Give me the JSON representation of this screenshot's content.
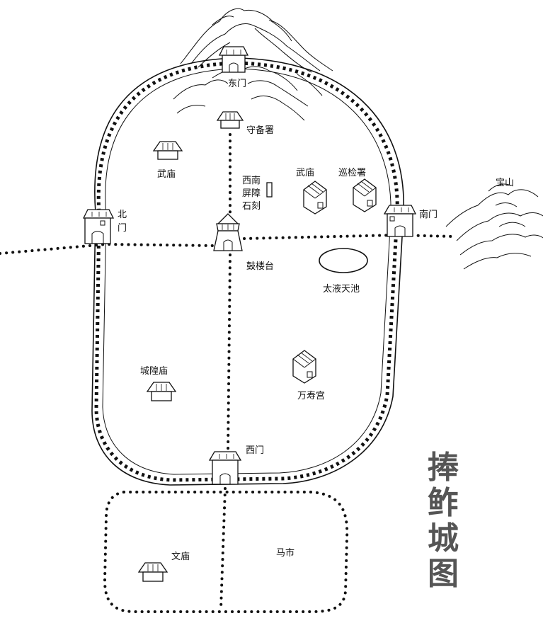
{
  "title": [
    "捧",
    "鲊",
    "城",
    "图"
  ],
  "labels": {
    "east_gate": "东门",
    "garrison_office": "守备署",
    "military_temple_west": "武庙",
    "southwest_stele": [
      "西南",
      "屏障",
      "石刻"
    ],
    "military_temple_east": "武庙",
    "patrol_office": "巡检署",
    "treasure_mountain": "宝山",
    "north_gate": [
      "北",
      "门"
    ],
    "south_gate": "南门",
    "drum_tower": "鼓楼台",
    "taiye_pond": "太液天池",
    "city_god_temple": "城隍庙",
    "wanshou_palace": "万寿宫",
    "west_gate": "西门",
    "confucian_temple": "文庙",
    "horse_market": "马市"
  },
  "icons": {
    "gate_tower": "gate-tower-icon",
    "hall": "hall-icon",
    "house": "house-icon",
    "pagoda": "pagoda-icon",
    "mountain": "mountain-icon",
    "stele": "stele-icon"
  },
  "colors": {
    "ink": "#111111",
    "title": "#555555",
    "background": "#ffffff"
  }
}
